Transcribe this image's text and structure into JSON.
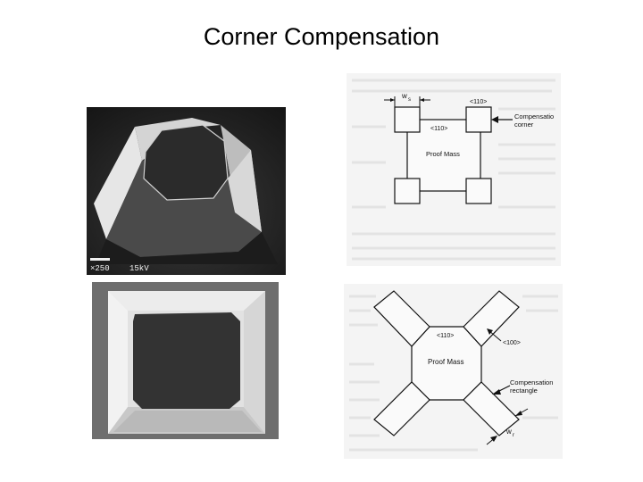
{
  "slide": {
    "title": "Corner Compensation"
  },
  "sem_photo": {
    "scale_label": "×250",
    "voltage_label": "15kV"
  },
  "diagram_square": {
    "ws_label": "w",
    "ws_sub": "s",
    "dir_top": "<110>",
    "dir_inner": "<110>",
    "proof_mass": "Proof  Mass",
    "comp_corner_line1": "Compensatio",
    "comp_corner_line2": "corner"
  },
  "diagram_rect": {
    "dir_110": "<110>",
    "dir_100": "<100>",
    "proof_mass": "Proof Mass",
    "comp_rect_line1": "Compensation",
    "comp_rect_line2": "rectangle",
    "wr_label": "w",
    "wr_sub": "r"
  }
}
